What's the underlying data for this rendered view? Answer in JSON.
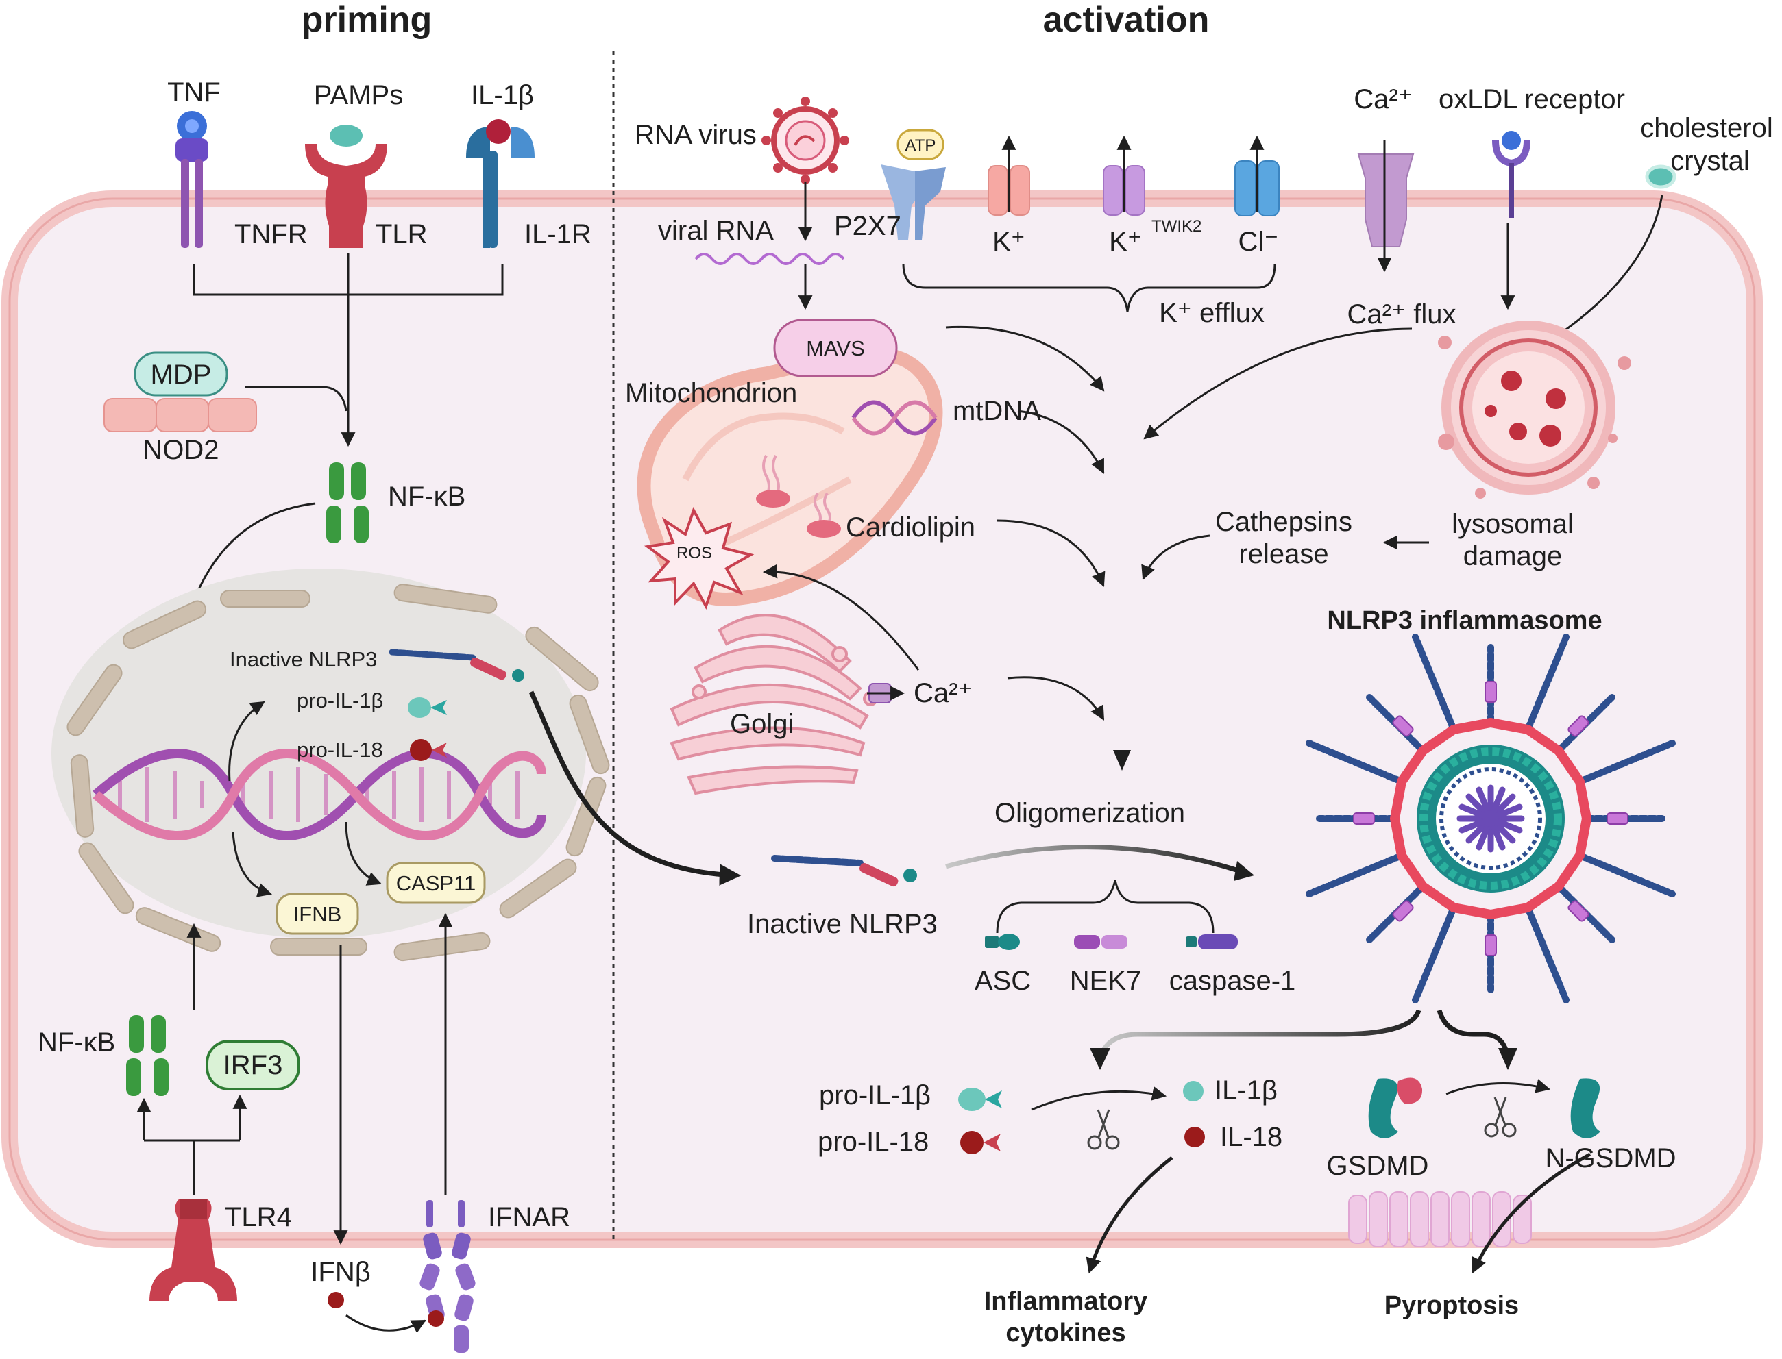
{
  "headings": {
    "priming": "priming",
    "activation": "activation"
  },
  "priming": {
    "receptors": {
      "tnf": "TNF",
      "pamps": "PAMPs",
      "il1b": "IL-1β",
      "tnfr": "TNFR",
      "tlr": "TLR",
      "il1r": "IL-1R"
    },
    "mdp": "MDP",
    "nod2": "NOD2",
    "nfkb": "NF-κB",
    "nucleus": {
      "inactive_nlrp3": "Inactive NLRP3",
      "pro_il1b": "pro-IL-1β",
      "pro_il18": "pro-IL-18",
      "ifnb_gene": "IFNB",
      "casp11": "CASP11"
    },
    "nfkb2": "NF-κB",
    "irf3": "IRF3",
    "tlr4": "TLR4",
    "ifnar": "IFNAR",
    "ifnb": "IFNβ"
  },
  "activation": {
    "rna_virus": "RNA virus",
    "viral_rna": "viral RNA",
    "atp": "ATP",
    "p2x7": "P2X7",
    "k1": "K⁺",
    "k2": "K⁺",
    "twik2": "TWIK2",
    "cl": "Cl⁻",
    "ca_top": "Ca²⁺",
    "oxldl": "oxLDL receptor",
    "cholesterol": [
      "cholesterol",
      "crystal"
    ],
    "k_efflux": "K⁺ efflux",
    "ca_flux": "Ca²⁺ flux",
    "mavs": "MAVS",
    "mitochondrion": "Mitochondrion",
    "mtdna": "mtDNA",
    "ros": "ROS",
    "cardiolipin": "Cardiolipin",
    "cathepsins": [
      "Cathepsins",
      "release"
    ],
    "lysosomal": [
      "lysosomal",
      "damage"
    ],
    "golgi": "Golgi",
    "ca_golgi": "Ca²⁺",
    "nlrp3_inflammasome": "NLRP3 inflammasome",
    "oligomerization": "Oligomerization",
    "inactive_nlrp3": "Inactive NLRP3",
    "asc": "ASC",
    "nek7": "NEK7",
    "caspase1": "caspase-1",
    "pro_il1b": "pro-IL-1β",
    "pro_il18": "pro-IL-18",
    "il1b": "IL-1β",
    "il18": "IL-18",
    "gsdmd": "GSDMD",
    "n_gsdmd": "N-GSDMD",
    "inflammatory": [
      "Inflammatory",
      "cytokines"
    ],
    "pyroptosis": "Pyroptosis"
  },
  "colors": {
    "membrane": "#f3c6c6",
    "cytoplasm": "#f6eef4",
    "nucleus": "#e6e4e2",
    "nlrp3_beads": "#2e4f8f",
    "tlr_red": "#c8404f",
    "receptor_purple": "#8e55b0",
    "il1r_blue": "#2a6e9e",
    "nfkb_green": "#3a9a3f",
    "asc_teal": "#1c8a88"
  }
}
